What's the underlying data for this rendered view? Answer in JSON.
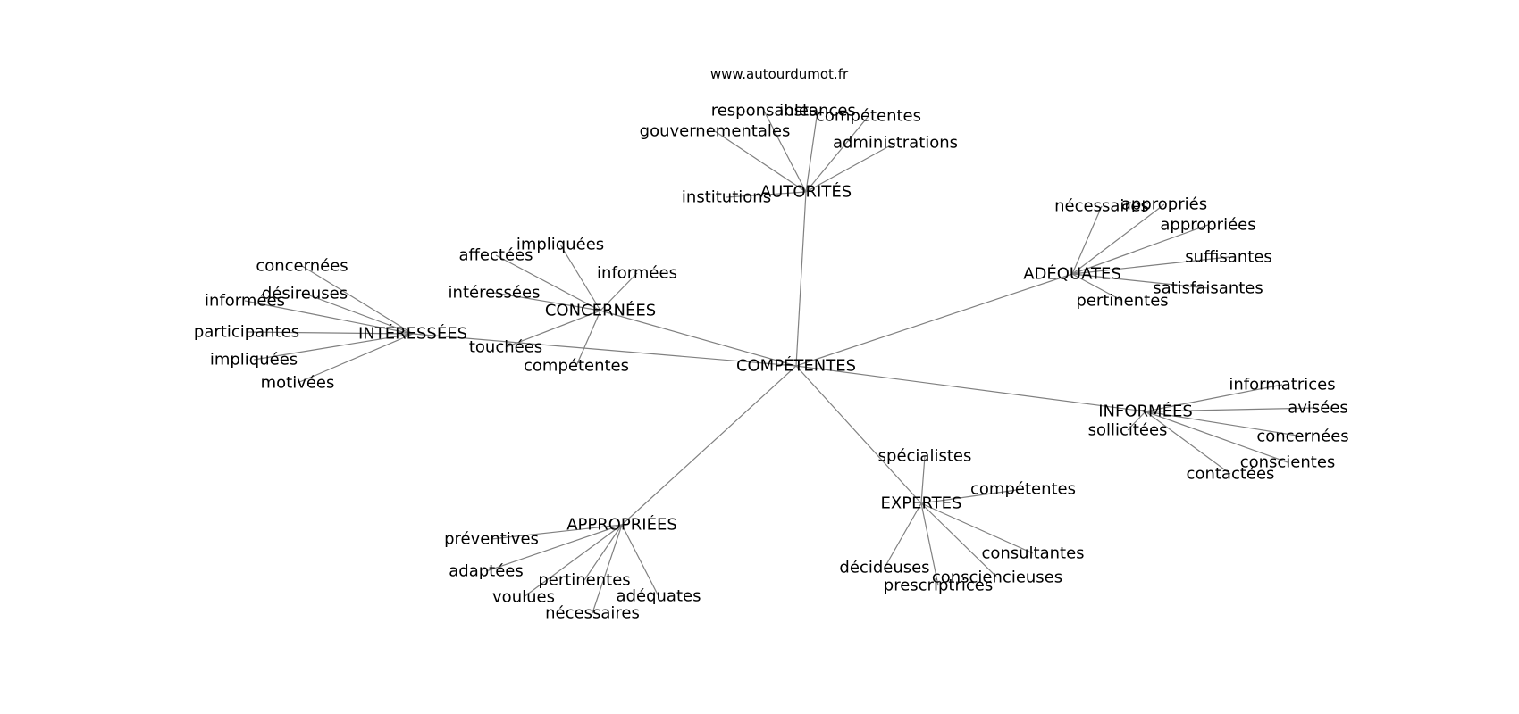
{
  "source_label": "www.autourdumot.fr",
  "colors": {
    "edge": "#808080",
    "text": "#000000",
    "background": "#ffffff"
  },
  "graph": {
    "center": "COMPÉTENTES",
    "groups": [
      {
        "hub": "AUTORITÉS",
        "leaves": [
          "responsables",
          "instances",
          "compétentes",
          "gouvernementales",
          "administrations",
          "institutions"
        ]
      },
      {
        "hub": "ADÉQUATES",
        "leaves": [
          "nécessaires",
          "appropriés",
          "appropriées",
          "suffisantes",
          "satisfaisantes",
          "pertinentes"
        ]
      },
      {
        "hub": "CONCERNÉES",
        "leaves": [
          "impliquées",
          "affectées",
          "informées",
          "intéressées",
          "touchées",
          "compétentes"
        ]
      },
      {
        "hub": "INTÉRESSÉES",
        "leaves": [
          "concernées",
          "désireuses",
          "informées",
          "participantes",
          "impliquées",
          "motivées"
        ]
      },
      {
        "hub": "INFORMÉES",
        "leaves": [
          "informatrices",
          "avisées",
          "sollicitées",
          "concernées",
          "conscientes",
          "contactées"
        ]
      },
      {
        "hub": "EXPERTES",
        "leaves": [
          "spécialistes",
          "compétentes",
          "consultantes",
          "décideuses",
          "consciencieuses",
          "prescriptrices"
        ]
      },
      {
        "hub": "APPROPRIÉES",
        "leaves": [
          "préventives",
          "adaptées",
          "pertinentes",
          "voulues",
          "adéquates",
          "nécessaires"
        ]
      }
    ]
  }
}
